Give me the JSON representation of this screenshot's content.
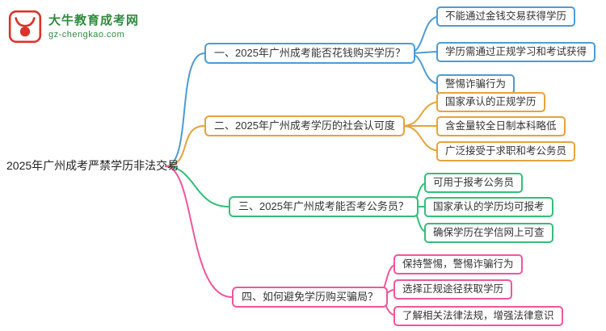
{
  "logo": {
    "title": "大牛教育成考网",
    "subtitle": "gz-chengkao.com",
    "icon": "bull-icon",
    "icon_color": "#d9342b",
    "text_color": "#2e8b3d"
  },
  "root": {
    "label": "2025年广州成考严禁学历非法交易"
  },
  "branches": [
    {
      "label": "一、2025年广州成考能否花钱购买学历？",
      "color": "#4d9bd6",
      "children": [
        "不能通过金钱交易获得学历",
        "学历需通过正规学习和考试获得",
        "警惕诈骗行为"
      ]
    },
    {
      "label": "二、2025年广州成考学历的社会认可度",
      "color": "#e6a23c",
      "children": [
        "国家承认的正规学历",
        "含金量较全日制本科略低",
        "广泛接受于求职和考公务员"
      ]
    },
    {
      "label": "三、2025年广州成考能否考公务员？",
      "color": "#33be7a",
      "children": [
        "可用于报考公务员",
        "国家承认的学历均可报考",
        "确保学历在学信网上可查"
      ]
    },
    {
      "label": "四、如何避免学历购买骗局？",
      "color": "#f0569b",
      "children": [
        "保持警惕，警惕诈骗行为",
        "选择正规途径获取学历",
        "了解相关法律法规，增强法律意识"
      ]
    }
  ]
}
